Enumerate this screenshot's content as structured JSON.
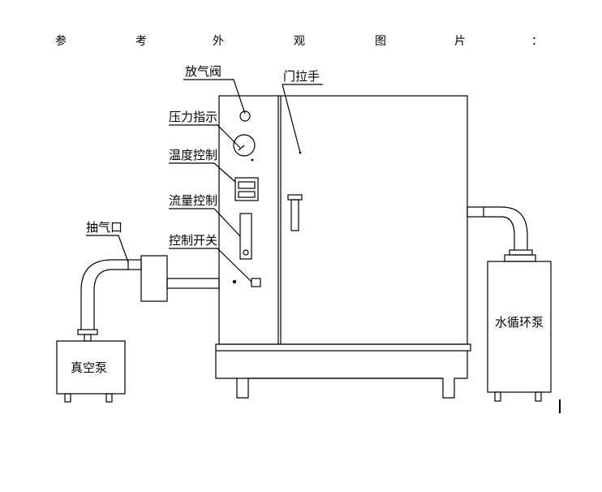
{
  "heading": {
    "chars": [
      "参",
      "考",
      "外",
      "观",
      "图",
      "片",
      "："
    ]
  },
  "labels": {
    "vent_valve": "放气阀",
    "door_handle": "门拉手",
    "pressure_indicator": "压力指示",
    "temperature_control": "温度控制",
    "flow_control": "流量控制",
    "exhaust_port": "抽气口",
    "control_switch": "控制开关",
    "water_circulation_pump": "水循环泵",
    "vacuum_pump": "真空泵"
  }
}
